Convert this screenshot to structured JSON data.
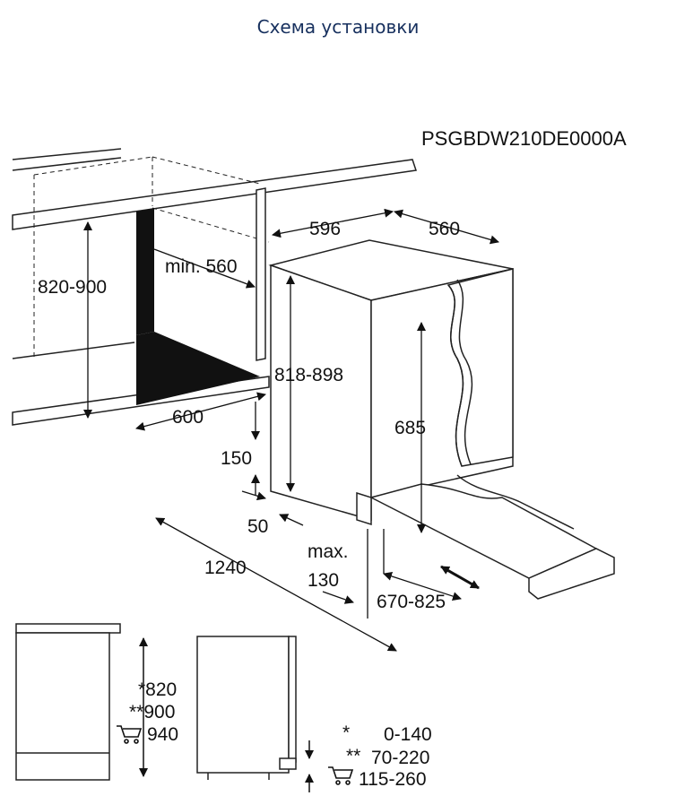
{
  "header": {
    "title": "Схема установки"
  },
  "diagram": {
    "model": "PSGBDW210DE0000A",
    "dims": {
      "niche_height": "820-900",
      "niche_depth": "min. 560",
      "niche_width": "600",
      "width": "596",
      "depth": "560",
      "appliance_height": "818-898",
      "door_height": "685",
      "plinth_height": "150",
      "plinth_depth": "50",
      "door_clearance": "1240",
      "max_label": "max.",
      "max_value": "130",
      "door_range": "670-825"
    },
    "side_views": {
      "h1": "*820",
      "h2": "**900",
      "h3": "940",
      "r1_mark": "*",
      "r1": "0-140",
      "r2_mark": "**",
      "r2": "70-220",
      "r3": "115-260"
    }
  }
}
